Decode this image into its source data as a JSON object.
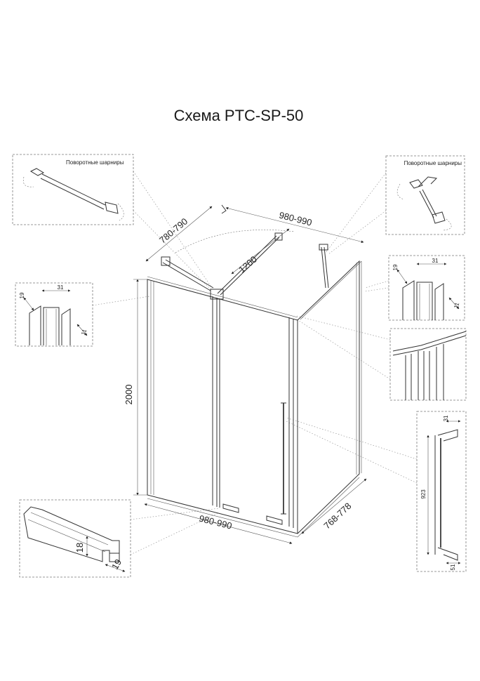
{
  "title": "Схема PTC-SP-50",
  "dimensions": {
    "top_width": "980-990",
    "top_depth": "780-790",
    "stabilizer_length": "1200",
    "height": "2000",
    "bottom_width": "980-990",
    "bottom_depth": "768-778"
  },
  "callouts": {
    "hinge_left": {
      "label": "Поворотные шарниры"
    },
    "hinge_right": {
      "label": "Поворотные шарниры"
    },
    "profile_left": {
      "dim_a": "19",
      "dim_b": "31",
      "dim_c": "11"
    },
    "profile_right": {
      "dim_a": "19",
      "dim_b": "31",
      "dim_c": "11"
    },
    "handle": {
      "length": "923",
      "depth": "31",
      "width": "51"
    },
    "bottom_profile": {
      "height": "18",
      "width": "19"
    }
  }
}
